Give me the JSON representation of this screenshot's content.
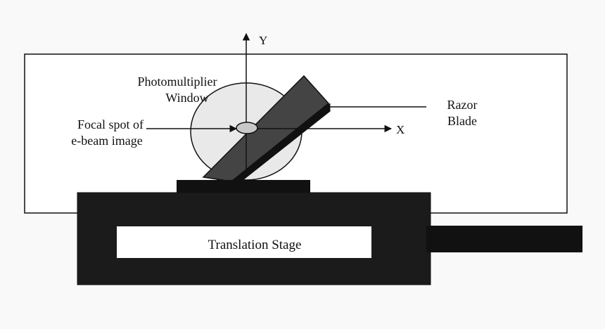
{
  "labels": {
    "y_axis": "Y",
    "x_axis": "X",
    "photomultiplier_line1": "Photomultiplier",
    "photomultiplier_line2": "Window",
    "focal_line1": "Focal spot of",
    "focal_line2": "e-beam image",
    "razor_line1": "Razor",
    "razor_line2": "Blade",
    "stage": "Translation Stage"
  },
  "colors": {
    "background": "#f9f9f9",
    "outline": "#111111",
    "stage_fill": "#1b1b1b",
    "blade_fill": "#444444",
    "window_fill": "#e9e9e9",
    "spot_fill": "#c8c8c8"
  }
}
